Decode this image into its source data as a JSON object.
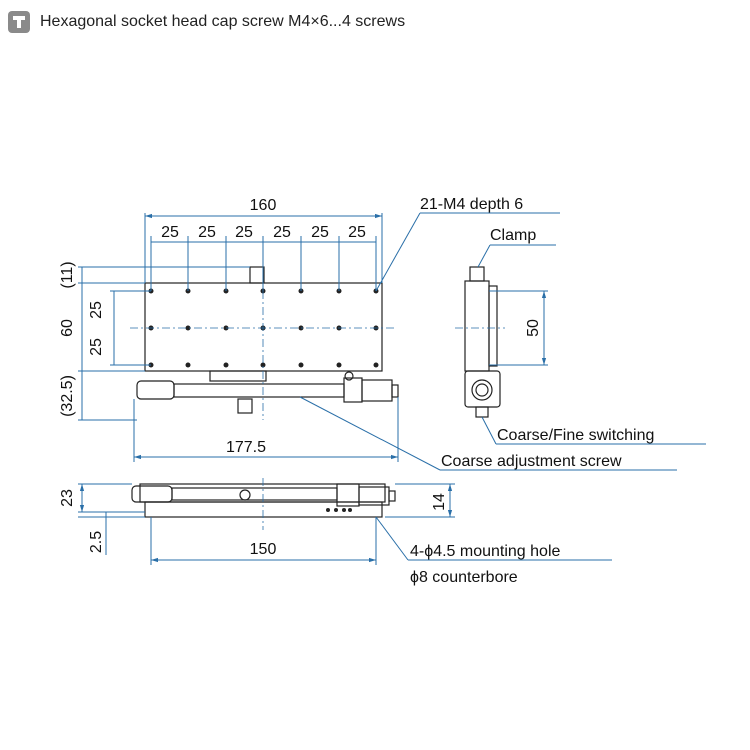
{
  "header": {
    "icon": "t-letter-icon",
    "caption": "Hexagonal socket head cap screw M4×6...4 screws"
  },
  "dims": {
    "overall_width": "160",
    "pitch": "25",
    "top_offset": "(11)",
    "height_60": "60",
    "bottom_offset": "(32.5)",
    "screw_span": "177.5",
    "clamp_50": "50",
    "side_23": "23",
    "side_2_5": "2.5",
    "base_150": "150",
    "side_14": "14"
  },
  "callouts": {
    "tapped_holes": "21-M4 depth 6",
    "clamp": "Clamp",
    "switching": "Coarse/Fine switching",
    "adjust_screw": "Coarse adjustment screw",
    "mounting_hole": "4-ϕ4.5 mounting hole",
    "counterbore": "ϕ8 counterbore"
  },
  "colors": {
    "dimension_line": "#2a6fa8",
    "outline": "#222222",
    "tag_bg": "#8a8a8a"
  }
}
